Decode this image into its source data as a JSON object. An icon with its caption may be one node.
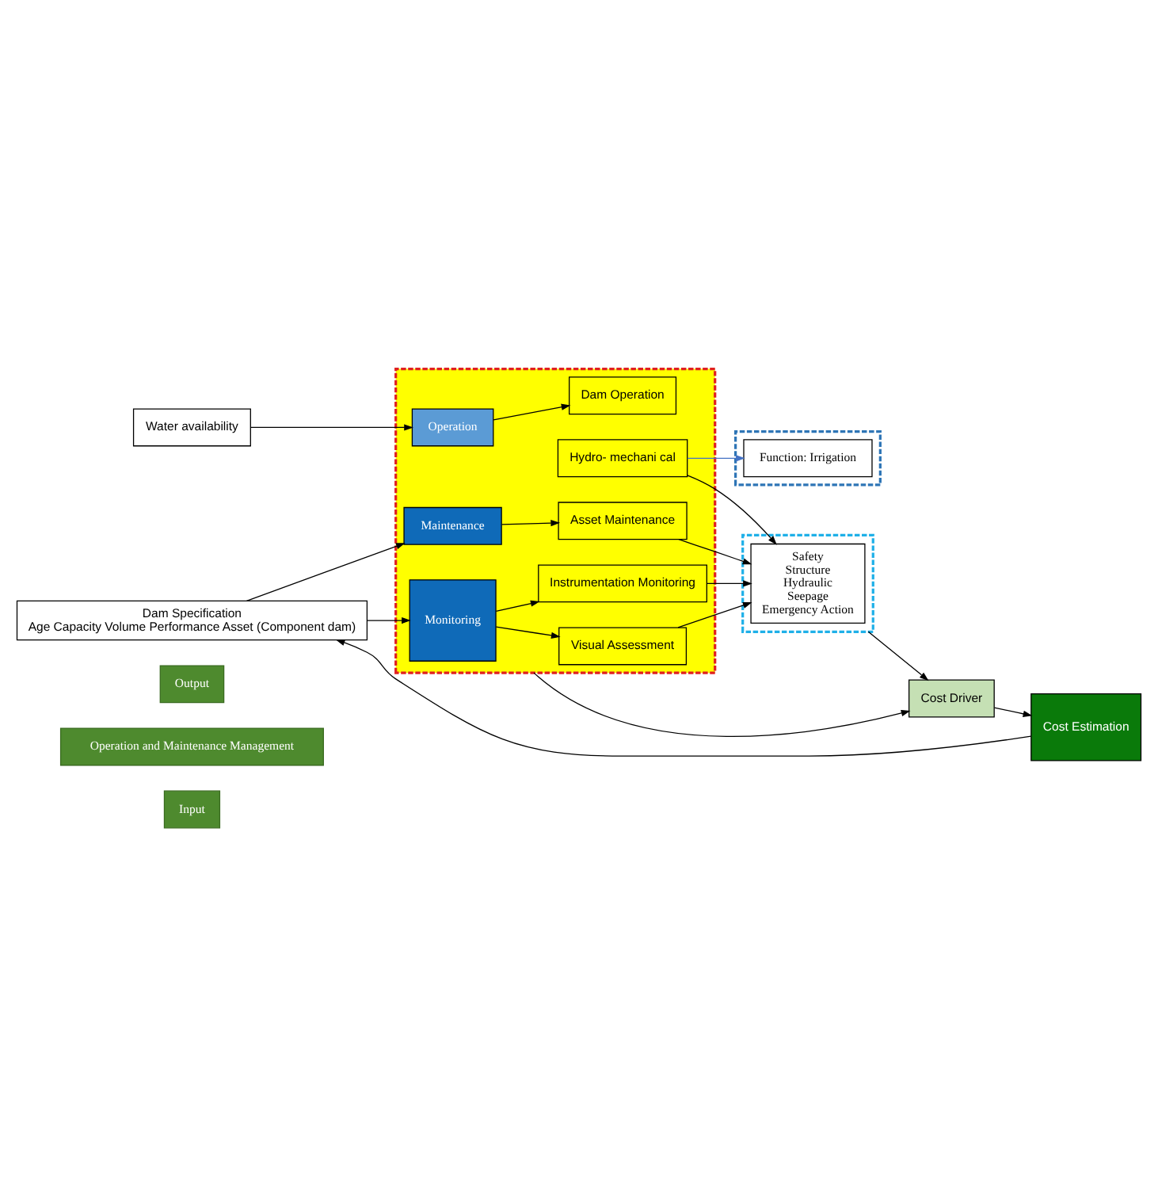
{
  "diagram": {
    "nodes": [
      {
        "text": [
          "Input"
        ]
      },
      {
        "text": [
          "Operation and Maintenance Management"
        ]
      },
      {
        "text": [
          "Output"
        ]
      },
      {
        "text": [
          "Water availability"
        ]
      },
      {
        "text": [],
        "shape": "box"
      },
      {
        "text": [],
        "shape": "box"
      },
      {
        "text": [
          "Operation"
        ],
        "in": 4
      },
      {
        "text": [
          "Dam Operation"
        ],
        "in": 4
      },
      {
        "text": [
          "Hydro- mechani cal"
        ],
        "in": 4
      },
      {
        "text": [
          "Function: Irrigation"
        ],
        "in": 5
      },
      {
        "text": [],
        "shape": "box"
      },
      {
        "text": [
          "Safety",
          "Structure",
          "Hydraulic",
          "Seepage",
          "Emergency Action"
        ],
        "in": 10
      },
      {
        "text": [
          "Dam Specification",
          "Age Capacity Volume Performance Asset (Component dam)"
        ]
      },
      {
        "text": [
          "Maintenance"
        ],
        "in": 4
      },
      {
        "text": [
          "Asset Maintenance"
        ],
        "in": 4
      },
      {
        "text": [
          "Monitoring"
        ],
        "in": 4
      },
      {
        "text": [
          "Visual Assessment"
        ],
        "in": 4
      },
      {
        "text": [
          "Instrumentation Monitoring"
        ],
        "in": 4
      },
      {
        "text": [
          "Cost Estimation"
        ]
      },
      {
        "text": [
          "Cost Driver"
        ]
      }
    ],
    "edges": [
      {
        "from": 3,
        "to": 6,
        "arrow": "to"
      },
      {
        "from": 6,
        "to": 7,
        "arrow": "to"
      },
      {
        "from": 8,
        "to": 9,
        "arrow": "to",
        "color": "#4472c4"
      },
      {
        "from": 8,
        "to": 11,
        "arrow": "to"
      },
      {
        "from": 12,
        "to": 13,
        "arrow": "to"
      },
      {
        "from": 12,
        "to": 15,
        "arrow": "to"
      },
      {
        "from": 13,
        "to": 14,
        "arrow": "to"
      },
      {
        "from": 15,
        "to": 16,
        "arrow": "to"
      },
      {
        "from": 15,
        "to": 17,
        "arrow": "to"
      },
      {
        "from": 14,
        "to": 11,
        "arrow": "to"
      },
      {
        "from": 16,
        "to": 11,
        "arrow": "to"
      },
      {
        "from": 17,
        "to": 11,
        "arrow": "to"
      },
      {
        "from": 4,
        "to": 19,
        "arrow": "to"
      },
      {
        "from": 10,
        "to": 19,
        "arrow": "to"
      },
      {
        "from": 19,
        "to": 18,
        "arrow": "to"
      },
      {
        "from": 18,
        "to": 12,
        "arrow": "to"
      }
    ]
  }
}
